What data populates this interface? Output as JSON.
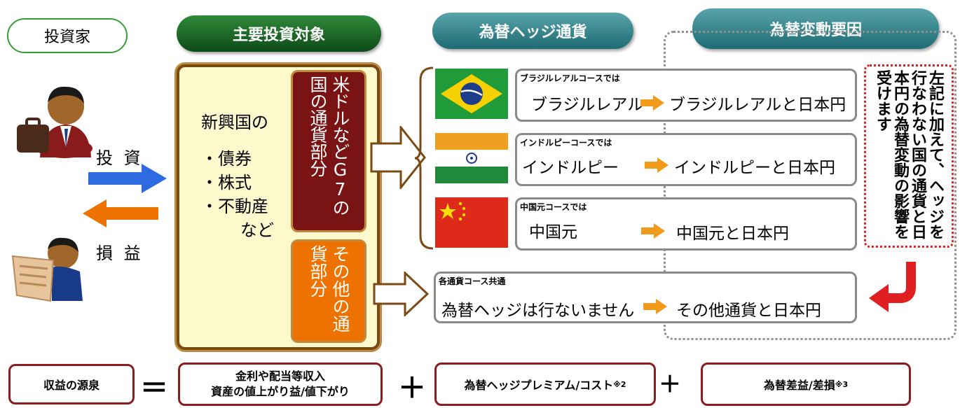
{
  "header": {
    "investor": "投資家",
    "main_targets": "主要投資対象",
    "hedge_currency": "為替ヘッジ通貨",
    "fx_factors": "為替変動要因"
  },
  "investor_side": {
    "invest_label": "投 資",
    "returns_label": "損 益"
  },
  "assets": {
    "line1": "新興国の",
    "line2": "・債券",
    "line3": "・株式",
    "line4": "・不動産",
    "line5": "など",
    "g7_part": "米ドルなどG7の国の通貨部分",
    "other_part": "その他の通貨部分"
  },
  "courses": [
    {
      "sub": "ブラジルレアルコースでは",
      "currency": "ブラジルレアル",
      "pair": "ブラジルレアルと日本円",
      "flag": "brazil-flag"
    },
    {
      "sub": "インドルピーコースでは",
      "currency": "インドルピー",
      "pair": "インドルピーと日本円",
      "flag": "india-flag"
    },
    {
      "sub": "中国元コースでは",
      "currency": "中国元",
      "pair": "中国元と日本円",
      "flag": "china-flag"
    }
  ],
  "common": {
    "sub": "各通貨コース共通",
    "currency": "為替ヘッジは行ないません",
    "pair": "その他通貨と日本円"
  },
  "note": "左記に加えて、ヘッジを行なわない国の通貨と日本円の為替変動の影響を受けます",
  "formula": {
    "source": "収益の源泉",
    "equals": "＝",
    "income_line1": "金利や配当等収入",
    "income_line2": "資産の値上がり益/値下がり",
    "plus1": "＋",
    "hedge": "為替ヘッジプレミアム/コスト",
    "hedge_mark": "※2",
    "plus2": "＋",
    "fx": "為替差益/差損",
    "fx_mark": "※3"
  },
  "colors": {
    "accent_orange": "#ee7200",
    "arrow_blue": "#2f6be0",
    "dark_red": "#7a1414",
    "red": "#e02020"
  }
}
